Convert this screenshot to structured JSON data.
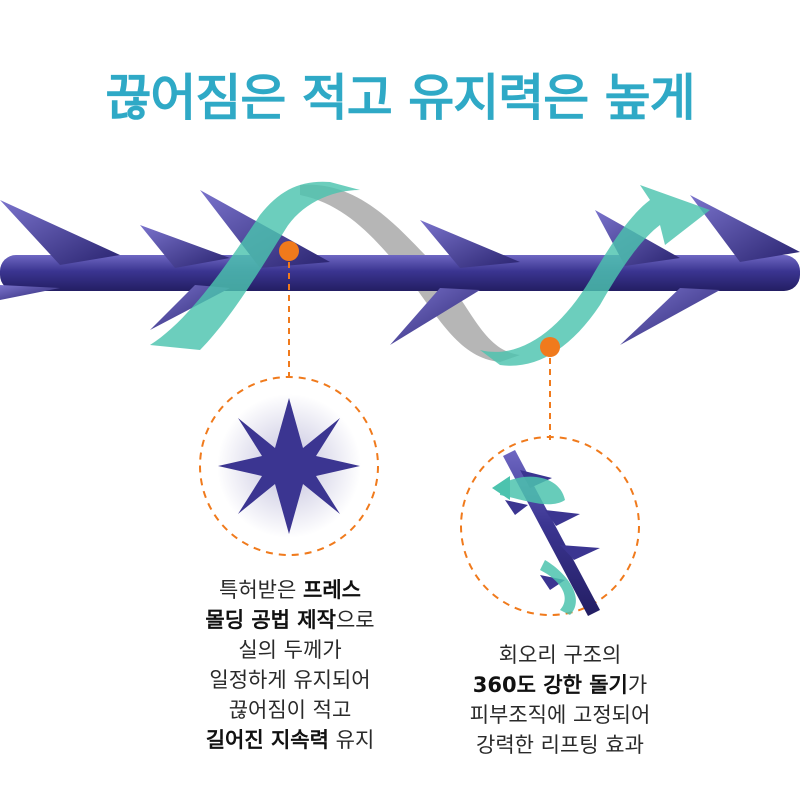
{
  "title": "끊어짐은 적고 유지력은 높게",
  "colors": {
    "title": "#2fa9c6",
    "thread": "#3b3591",
    "spiral": "#4cc3ae",
    "spiral_back": "#a9a9a9",
    "marker": "#f07a1c"
  },
  "left_caption": {
    "line1_normal": "특허받은 ",
    "line1_bold": "프레스",
    "line2_bold": "몰딩 공법 제작",
    "line2_normal": "으로",
    "line3": "실의 두께가",
    "line4": "일정하게 유지되어",
    "line5": "끊어짐이 적고",
    "line6_bold": "길어진 지속력",
    "line6_normal": " 유지"
  },
  "right_caption": {
    "line1": "회오리 구조의",
    "line2_bold": "360도 강한 돌기",
    "line2_normal": "가",
    "line3": "피부조직에 고정되어",
    "line4": "강력한 리프팅 효과"
  },
  "icons": {
    "cross_section": "eight-point-star-icon",
    "spiral_detail": "spiral-thread-icon"
  }
}
